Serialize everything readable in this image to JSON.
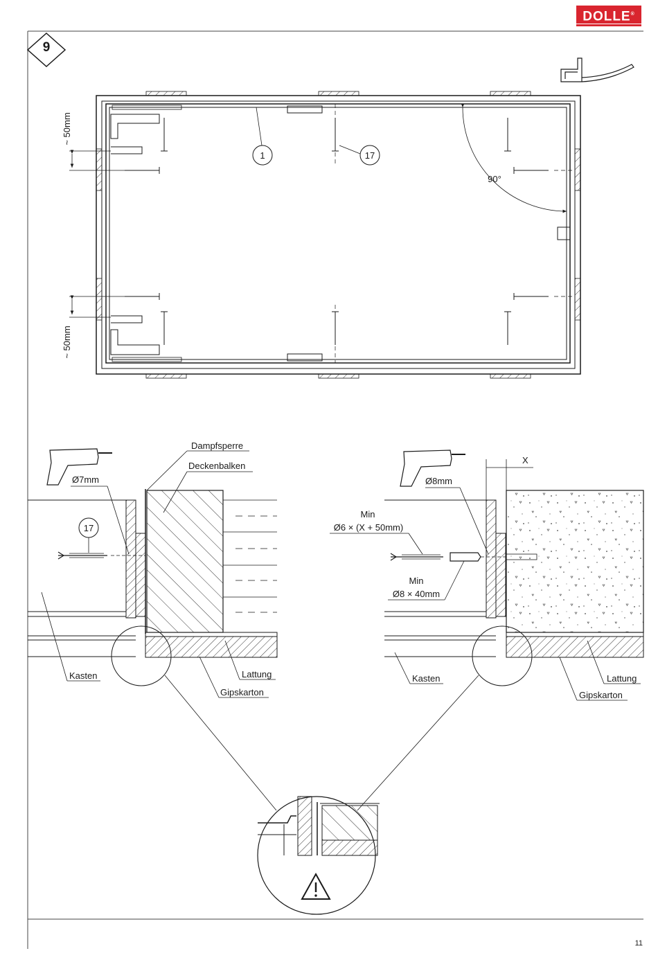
{
  "header": {
    "brand": "DOLLE",
    "brand_mark": "®",
    "brand_color": "#d9252f"
  },
  "step": {
    "number": "9"
  },
  "top_view": {
    "callout_frame": "1",
    "callout_screw": "17",
    "angle": "90°",
    "dim_top": "~ 50mm",
    "dim_bottom": "~ 50mm"
  },
  "left_section": {
    "drill": "Ø7mm",
    "screw_callout": "17",
    "label_dampfsperre": "Dampfsperre",
    "label_deckenbalken": "Deckenbalken",
    "label_kasten": "Kasten",
    "label_lattung": "Lattung",
    "label_gipskarton": "Gipskarton"
  },
  "right_section": {
    "drill": "Ø8mm",
    "dim_x": "X",
    "screw_min_label": "Min",
    "screw_spec": "Ø6 × (X + 50mm)",
    "plug_min_label": "Min",
    "plug_spec": "Ø8 × 40mm",
    "label_kasten": "Kasten",
    "label_lattung": "Lattung",
    "label_gipskarton": "Gipskarton"
  },
  "detail": {
    "warning_icon": "warning-triangle-icon"
  },
  "footer": {
    "page_number": "11"
  }
}
